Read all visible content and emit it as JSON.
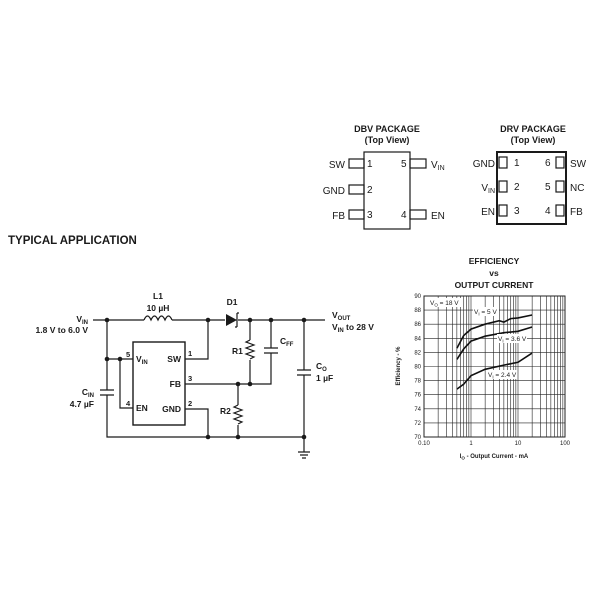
{
  "dbv": {
    "title": "DBV PACKAGE",
    "subtitle": "(Top View)",
    "pins": [
      {
        "num": "1",
        "name": "SW",
        "sub": ""
      },
      {
        "num": "2",
        "name": "GND",
        "sub": ""
      },
      {
        "num": "3",
        "name": "FB",
        "sub": ""
      },
      {
        "num": "4",
        "name": "EN",
        "sub": ""
      },
      {
        "num": "5",
        "name": "V",
        "sub": "IN"
      }
    ]
  },
  "drv": {
    "title": "DRV PACKAGE",
    "subtitle": "(Top View)",
    "pins": [
      {
        "num": "1",
        "name": "GND",
        "sub": ""
      },
      {
        "num": "2",
        "name": "V",
        "sub": "IN"
      },
      {
        "num": "3",
        "name": "EN",
        "sub": ""
      },
      {
        "num": "4",
        "name": "FB",
        "sub": ""
      },
      {
        "num": "5",
        "name": "NC",
        "sub": ""
      },
      {
        "num": "6",
        "name": "SW",
        "sub": ""
      }
    ]
  },
  "section_title": "TYPICAL APPLICATION",
  "schematic": {
    "vin": {
      "main": "V",
      "sub": "IN",
      "range": "1.8 V to 6.0 V"
    },
    "vout": {
      "main": "V",
      "sub": "OUT",
      "range_main": "V",
      "range_sub": "IN",
      "range_rest": " to 28 V"
    },
    "l1": {
      "name": "L1",
      "value": "10 µH"
    },
    "d1": "D1",
    "r1": "R1",
    "r2": "R2",
    "cff": {
      "main": "C",
      "sub": "FF"
    },
    "co": {
      "main": "C",
      "sub": "O",
      "value": "1 µF"
    },
    "cin": {
      "main": "C",
      "sub": "IN",
      "value": "4.7 µF"
    },
    "ic": {
      "pins": [
        {
          "num": "5",
          "name": "V",
          "sub": "IN"
        },
        {
          "num": "4",
          "name": "EN",
          "sub": ""
        },
        {
          "num": "1",
          "name": "SW",
          "sub": ""
        },
        {
          "num": "3",
          "name": "FB",
          "sub": ""
        },
        {
          "num": "2",
          "name": "GND",
          "sub": ""
        }
      ]
    }
  },
  "chart_data": {
    "type": "line",
    "title": [
      "EFFICIENCY",
      "vs",
      "OUTPUT CURRENT"
    ],
    "xlabel": {
      "main": "I",
      "sub": "O",
      "rest": " - Output Current - mA"
    },
    "ylabel": "Efficiency - %",
    "xscale": "log",
    "xlim": [
      0.1,
      100
    ],
    "ylim": [
      70,
      90
    ],
    "xticks": [
      "0.10",
      "1",
      "10",
      "100"
    ],
    "yticks": [
      "70",
      "72",
      "74",
      "76",
      "78",
      "80",
      "82",
      "84",
      "86",
      "88",
      "90"
    ],
    "annotation": {
      "main": "V",
      "sub": "O",
      "rest": " = 18 V"
    },
    "grid": true,
    "series": [
      {
        "name": "VI = 5 V",
        "label_main": "V",
        "label_sub": "I",
        "label_rest": " = 5 V",
        "x": [
          0.5,
          0.7,
          1,
          2,
          4,
          5,
          7,
          10,
          20
        ],
        "y": [
          82.6,
          84.4,
          85.3,
          86.0,
          86.5,
          86.3,
          86.8,
          86.9,
          87.3
        ]
      },
      {
        "name": "VI = 3.6 V",
        "label_main": "V",
        "label_sub": "I",
        "label_rest": " = 3.6 V",
        "x": [
          0.5,
          0.7,
          1,
          2,
          5,
          10,
          20
        ],
        "y": [
          81.0,
          82.5,
          83.6,
          84.3,
          84.8,
          85.0,
          85.6
        ]
      },
      {
        "name": "VI = 2.4 V",
        "label_main": "V",
        "label_sub": "I",
        "label_rest": " = 2.4 V",
        "x": [
          0.5,
          0.7,
          1,
          2,
          5,
          10,
          20
        ],
        "y": [
          76.8,
          77.5,
          78.7,
          79.6,
          80.2,
          80.6,
          81.9
        ]
      }
    ]
  }
}
